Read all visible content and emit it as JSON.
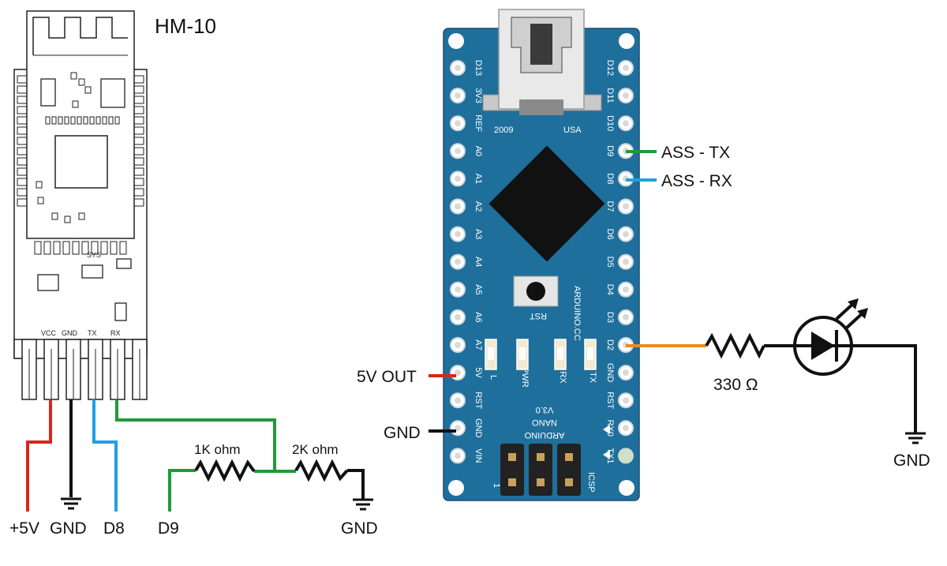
{
  "module": {
    "title": "HM-10",
    "sys_label": "SYS",
    "pins": [
      "VCC",
      "GND",
      "TX",
      "RX"
    ]
  },
  "hm10_wires": {
    "vcc": "+5V",
    "gnd": "GND",
    "tx": "D8",
    "rx_divider": {
      "d9": "D9",
      "r1": "1K ohm",
      "r2": "2K ohm",
      "gnd": "GND"
    }
  },
  "nano": {
    "left_pins": [
      "D13",
      "3V3",
      "REF",
      "A0",
      "A1",
      "A2",
      "A3",
      "A4",
      "A5",
      "A6",
      "A7",
      "5V",
      "RST",
      "GND",
      "VIN"
    ],
    "right_pins": [
      "D12",
      "D11",
      "D10",
      "D9",
      "D8",
      "D7",
      "D6",
      "D5",
      "D4",
      "D3",
      "D2",
      "GND",
      "RST",
      "RX0",
      "TX1"
    ],
    "usb_year": "2009",
    "usb_country": "USA",
    "brand": "ARDUINO.CC",
    "rst_label": "RST",
    "leds": [
      "L",
      "PWR",
      "RX",
      "TX"
    ],
    "model_lines": [
      "ARDUINO",
      "NANO",
      "V3.0"
    ],
    "icsp": "ICSP",
    "icsp_pin1": "1"
  },
  "connections": {
    "ass_tx": "ASS - TX",
    "ass_rx": "ASS - RX",
    "out_5v": "5V OUT",
    "gnd_left": "GND",
    "resistor_led": "330 Ω",
    "gnd_led": "GND"
  },
  "colors": {
    "board_blue": "#1f6f9c",
    "wire_red": "#d9261c",
    "wire_black": "#111111",
    "wire_blue": "#1ea0e0",
    "wire_green": "#1f9a3a",
    "wire_orange": "#f08a1c"
  }
}
